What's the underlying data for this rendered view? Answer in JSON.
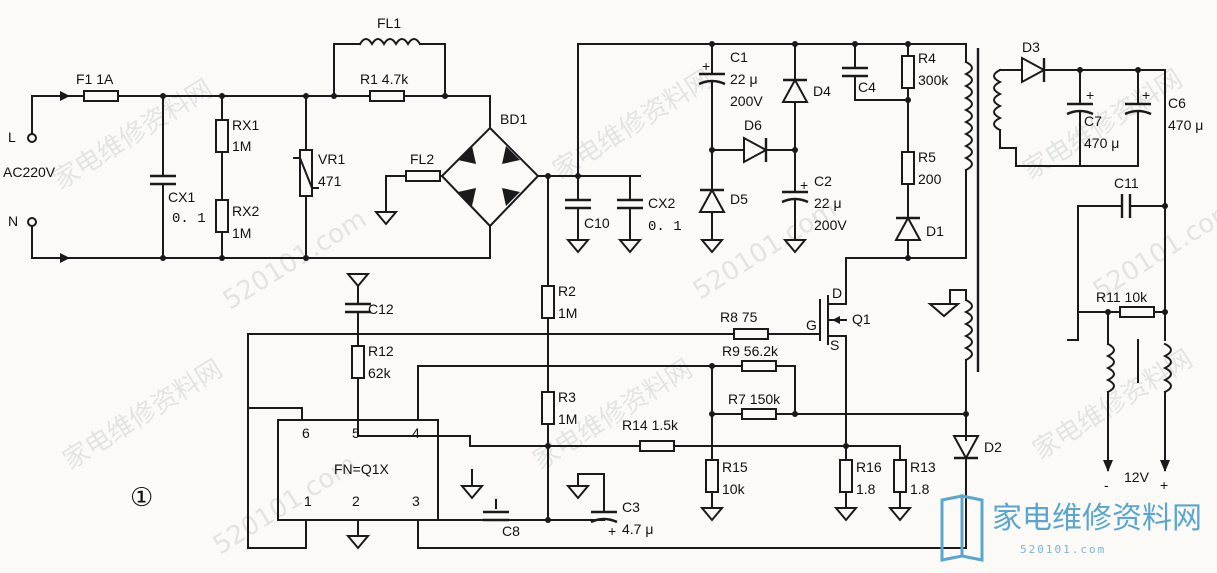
{
  "watermark": {
    "cn_text": "家电维修资料网",
    "url_text": "520101.com",
    "brand_name": "家电维修资料网",
    "brand_url": "520101.com",
    "brand_color": "#5aa6cf"
  },
  "figure_number": "①",
  "input": {
    "l_label": "L",
    "n_label": "N",
    "voltage": "AC220V"
  },
  "labels": {
    "F1": "F1  1A",
    "FL1": "FL1",
    "R1": "R1  4.7k",
    "RX1": "RX1",
    "RX1v": "1M",
    "RX2": "RX2",
    "RX2v": "1M",
    "CX1": "CX1",
    "CX1v": "0. 1",
    "VR1": "VR1",
    "VR1v": "471",
    "FL2": "FL2",
    "BD1": "BD1",
    "C10": "C10",
    "CX2": "CX2",
    "CX2v": "0. 1",
    "C1": "C1",
    "C1v": "22 μ",
    "C1v2": "200V",
    "D4": "D4",
    "D6": "D6",
    "D5": "D5",
    "C2": "C2",
    "C2v": "22 μ",
    "C2v2": "200V",
    "C4": "C4",
    "R4": "R4",
    "R4v": "300k",
    "R5": "R5",
    "R5v": "200",
    "D1": "D1",
    "D3": "D3",
    "C7": "C7",
    "C7v": "470 μ",
    "C6": "C6",
    "C6v": "470 μ",
    "C11": "C11",
    "R11": "R11  10k",
    "out_minus": "-",
    "out_plus": "+",
    "out_voltage": "12V",
    "C12": "C12",
    "R12": "R12",
    "R12v": "62k",
    "R2": "R2",
    "R2v": "1M",
    "R3": "R3",
    "R3v": "1M",
    "R8": "R8  75",
    "R9": "R9  56.2k",
    "R7": "R7  150k",
    "R14": "R14  1.5k",
    "R15": "R15",
    "R15v": "10k",
    "R16": "R16",
    "R16v": "1.8",
    "R13": "R13",
    "R13v": "1.8",
    "Q1": "Q1",
    "Q1d": "D",
    "Q1g": "G",
    "Q1s": "S",
    "D2": "D2",
    "C3": "C3",
    "C3v": "4.7 μ",
    "C8": "C8",
    "ic_name": "FN=Q1X",
    "pin1": "1",
    "pin2": "2",
    "pin3": "3",
    "pin4": "4",
    "pin5": "5",
    "pin6": "6",
    "plus": "+"
  }
}
